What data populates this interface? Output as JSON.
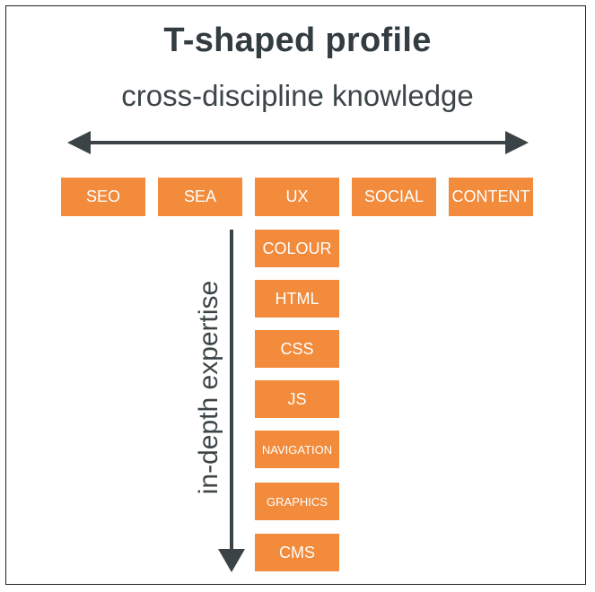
{
  "title": "T-shaped profile",
  "horizontal_label": "cross-discipline knowledge",
  "vertical_label": "in-depth expertise",
  "colors": {
    "box": "#f28b3c",
    "arrow": "#3b4346",
    "text": "#333c40"
  },
  "icons": {
    "horizontal_arrow": "double-headed-arrow-icon",
    "vertical_arrow": "down-arrow-icon"
  },
  "top_row": [
    "SEO",
    "SEA",
    "UX",
    "SOCIAL",
    "CONTENT"
  ],
  "column": [
    "COLOUR",
    "HTML",
    "CSS",
    "JS",
    "NAVIGATION",
    "GRAPHICS",
    "CMS"
  ]
}
